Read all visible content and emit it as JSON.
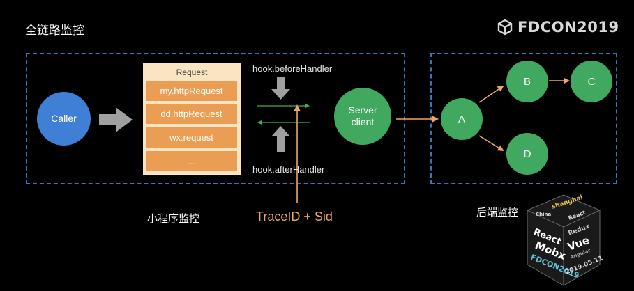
{
  "slide": {
    "title": "全链路监控",
    "brand": "FDCON2019"
  },
  "miniapp": {
    "caller_label": "Caller",
    "request_panel": {
      "title": "Request",
      "items": [
        "my.httpRequest",
        "dd.httpRequest",
        "wx.request",
        "..."
      ]
    },
    "hook_before": "hook.beforeHandler",
    "hook_after": "hook.afterHandler",
    "server_client": [
      "Server",
      "client"
    ],
    "caption": "小程序监控"
  },
  "trace_label": "TraceID + Sid",
  "backend": {
    "nodes": [
      "A",
      "B",
      "C",
      "D"
    ],
    "caption": "后端监控"
  },
  "colors": {
    "dashed_border": "#3b74b8",
    "caller": "#3f7fd6",
    "node_green": "#41a85f",
    "request_item": "#eb9e53",
    "request_panel": "#fbe4c1",
    "arrow_orange": "#f0a468",
    "arrow_gray": "#a0a0a0",
    "hook_line_green": "#3fae5c"
  },
  "logo_cube_words": [
    "shanghai",
    "React",
    "Redux",
    "Vue",
    "Mobx",
    "Angular",
    "China",
    "FDCON2019",
    "2019.05.11"
  ]
}
